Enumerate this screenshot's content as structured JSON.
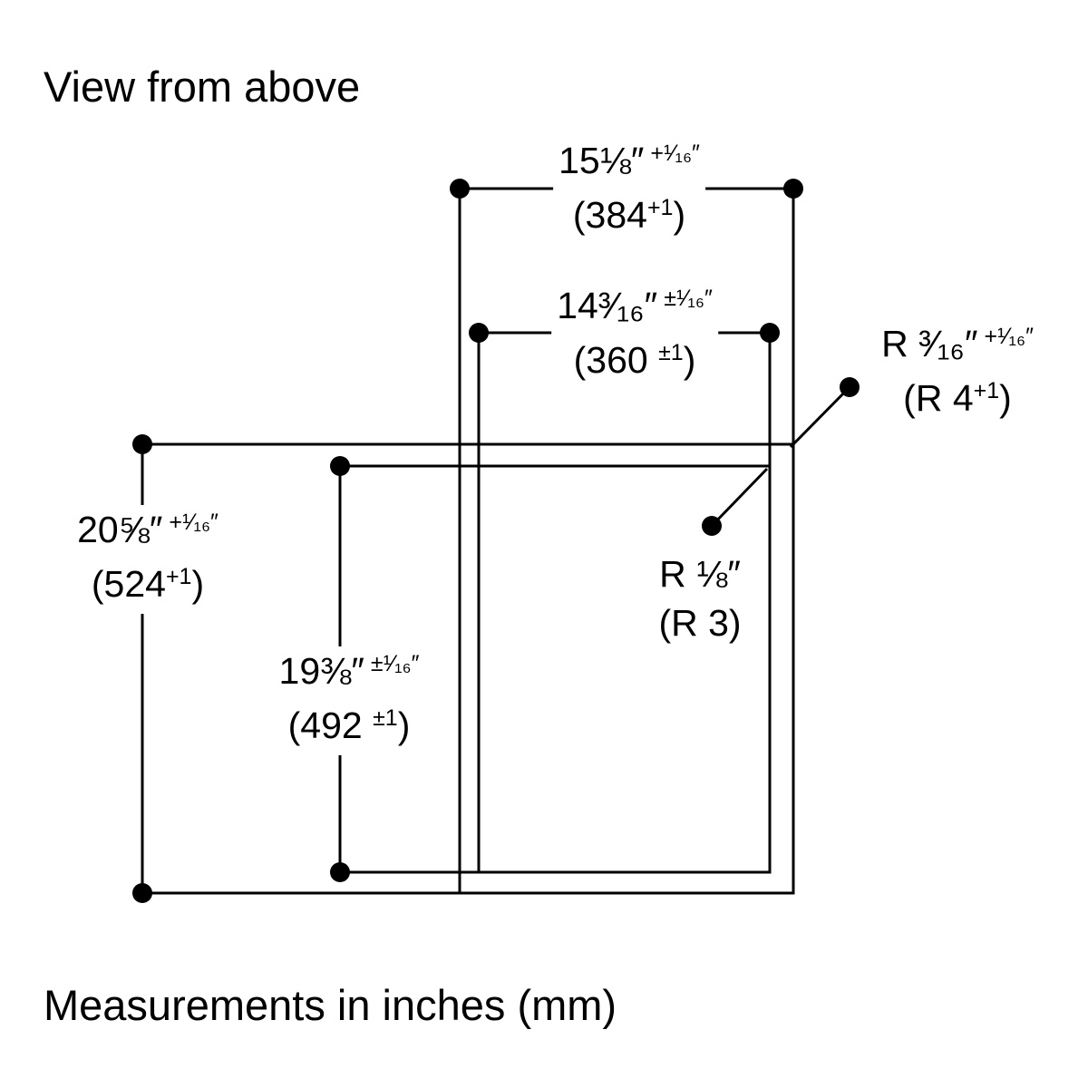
{
  "title": "View from above",
  "footer": "Measurements in inches (mm)",
  "colors": {
    "line": "#000000",
    "background": "#ffffff"
  },
  "dimensions": {
    "outer_width": {
      "inches": "15⅛″",
      "tolerance": "+¹⁄₁₆″",
      "mm_open": "(384",
      "mm_tolerance": "+1",
      "mm_close": ")"
    },
    "inner_width": {
      "inches": "14³⁄₁₆″",
      "tolerance": "±¹⁄₁₆″",
      "mm_open": "(360 ",
      "mm_tolerance": "±1",
      "mm_close": ")"
    },
    "outer_depth": {
      "inches": "20⅝″",
      "tolerance": "+¹⁄₁₆″",
      "mm_open": "(524",
      "mm_tolerance": "+1",
      "mm_close": ")"
    },
    "inner_depth": {
      "inches": "19⅜″",
      "tolerance": "±¹⁄₁₆″",
      "mm_open": "(492 ",
      "mm_tolerance": "±1",
      "mm_close": ")"
    },
    "outer_radius": {
      "inches": "R ³⁄₁₆″",
      "tolerance": "+¹⁄₁₆″",
      "mm_open": "(R 4",
      "mm_tolerance": "+1",
      "mm_close": ")"
    },
    "inner_radius": {
      "inches": "R ⅛″",
      "mm_open": "(R 3)"
    }
  }
}
